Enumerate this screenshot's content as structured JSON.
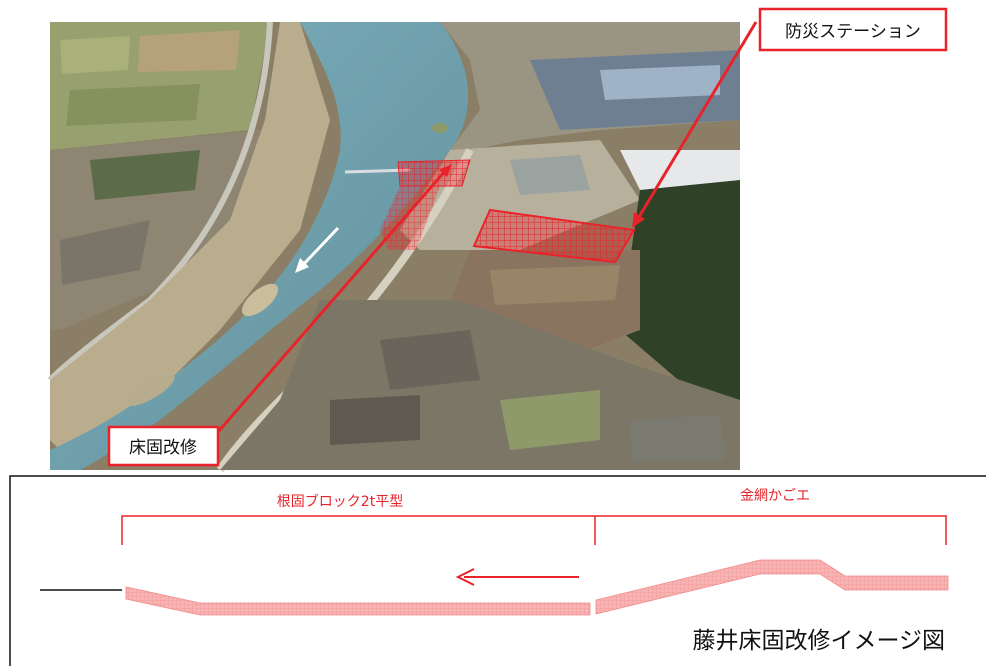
{
  "photo": {
    "labels": {
      "bousai_station": "防災ステーション",
      "tokoko_kaishu": "床固改修"
    }
  },
  "diagram": {
    "section_left_label": "根固ブロック2t平型",
    "section_right_label": "金網かごエ",
    "title": "藤井床固改修イメージ図"
  },
  "colors": {
    "accent_red": "#e8232a",
    "hatch_fill": "#f7b4b4",
    "hatch_line": "#f08a8a",
    "white_arrow": "#ffffff"
  }
}
